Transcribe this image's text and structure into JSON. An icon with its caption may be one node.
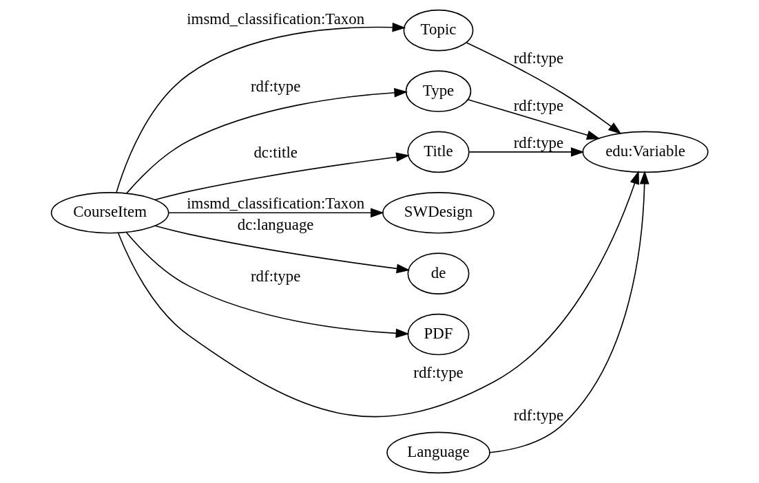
{
  "diagram": {
    "nodes": [
      {
        "text": [
          "CourseItem"
        ]
      },
      {
        "text": [
          "Topic"
        ]
      },
      {
        "text": [
          "Type"
        ]
      },
      {
        "text": [
          "Title"
        ]
      },
      {
        "text": [
          "SWDesign"
        ]
      },
      {
        "text": [
          "de"
        ]
      },
      {
        "text": [
          "PDF"
        ]
      },
      {
        "text": [
          "Language"
        ]
      },
      {
        "text": [
          "edu:Variable"
        ]
      }
    ],
    "edges": [
      {
        "from": 0,
        "to": 8,
        "arrow": "to",
        "label": "rdf:type"
      },
      {
        "from": 0,
        "to": 1,
        "arrow": "to",
        "label": "imsmd_classification:Taxon"
      },
      {
        "from": 1,
        "to": 8,
        "arrow": "to",
        "label": "rdf:type"
      },
      {
        "from": 0,
        "to": 2,
        "arrow": "to",
        "label": "rdf:type"
      },
      {
        "from": 2,
        "to": 8,
        "arrow": "to",
        "label": "rdf:type"
      },
      {
        "from": 0,
        "to": 3,
        "arrow": "to",
        "label": "dc:title"
      },
      {
        "from": 3,
        "to": 8,
        "arrow": "to",
        "label": "rdf:type"
      },
      {
        "from": 0,
        "to": 4,
        "arrow": "to",
        "label": "imsmd_classification:Taxon"
      },
      {
        "from": 0,
        "to": 5,
        "arrow": "to",
        "label": "dc:language"
      },
      {
        "from": 0,
        "to": 6,
        "arrow": "to",
        "label": "rdf:type"
      },
      {
        "from": 7,
        "to": 8,
        "arrow": "to",
        "label": "rdf:type"
      }
    ]
  }
}
